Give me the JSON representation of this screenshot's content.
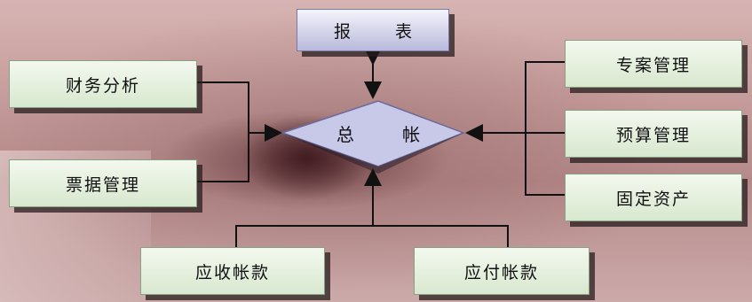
{
  "diagram": {
    "top": "报 表",
    "center": "总 帐",
    "left": [
      "财务分析",
      "票据管理"
    ],
    "right": [
      "专案管理",
      "预算管理",
      "固定资产"
    ],
    "bottom": [
      "应收帐款",
      "应付帐款"
    ]
  },
  "colors": {
    "box_fill": "#e4efdc",
    "top_box_fill": "#c8c8e6",
    "center_fill": "#c8c8e8",
    "line": "#111111"
  }
}
